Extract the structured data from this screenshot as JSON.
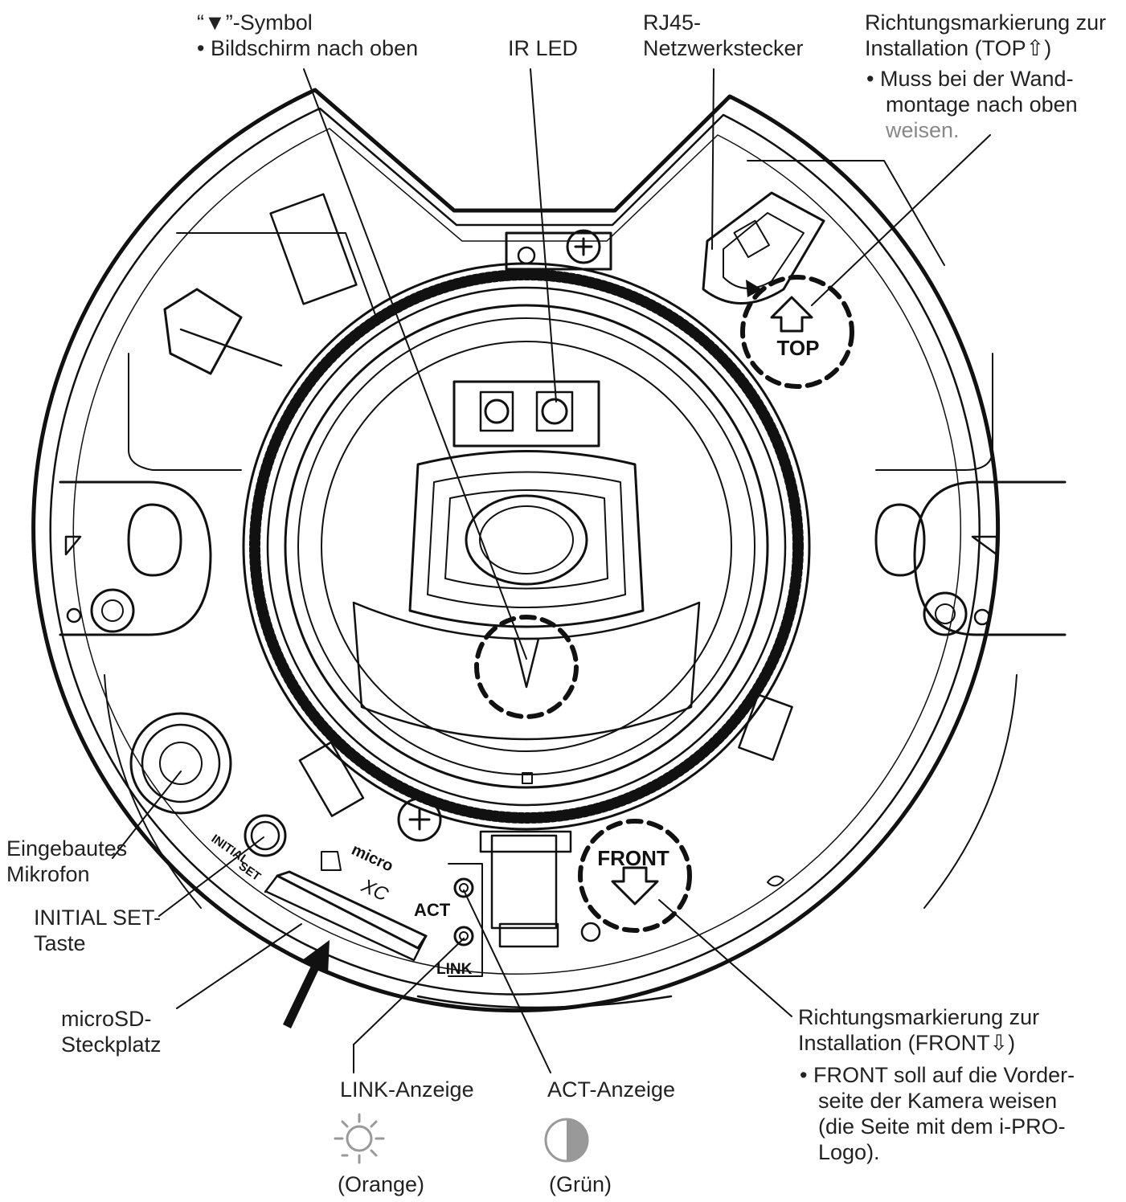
{
  "labels": {
    "symbol_marker": {
      "title": "“▼”-Symbol",
      "bullet": "Bildschirm nach oben"
    },
    "ir_led": "IR LED",
    "rj45": {
      "line1": "RJ45-",
      "line2": "Netzwerkstecker"
    },
    "top_marker": {
      "line1": "Richtungsmarkierung zur",
      "line2": "Installation (TOP⇧)",
      "bullet1": "Muss bei der Wand-",
      "bullet2": "montage nach oben",
      "bullet3": "weisen."
    },
    "microphone": {
      "line1": "Eingebautes",
      "line2": "Mikrofon"
    },
    "initial_set": {
      "line1": "INITIAL SET-",
      "line2": "Taste"
    },
    "microsd": {
      "line1": "microSD-",
      "line2": "Steckplatz"
    },
    "link_indicator": {
      "label": "LINK-Anzeige",
      "color_note": "(Orange)"
    },
    "act_indicator": {
      "label": "ACT-Anzeige",
      "color_note": "(Grün)"
    },
    "front_marker": {
      "line1": "Richtungsmarkierung zur",
      "line2": "Installation (FRONT⇩)",
      "bullet1": "FRONT soll auf die Vorder-",
      "bullet2": "seite der Kamera weisen",
      "bullet3": "(die Seite mit dem i-PRO-",
      "bullet4": "Logo)."
    }
  },
  "device_markings": {
    "top": "TOP",
    "front": "FRONT",
    "act": "ACT",
    "link": "LINK",
    "initial": "INITIAL",
    "set": "SET",
    "micro": "micro",
    "xc": "XC"
  }
}
